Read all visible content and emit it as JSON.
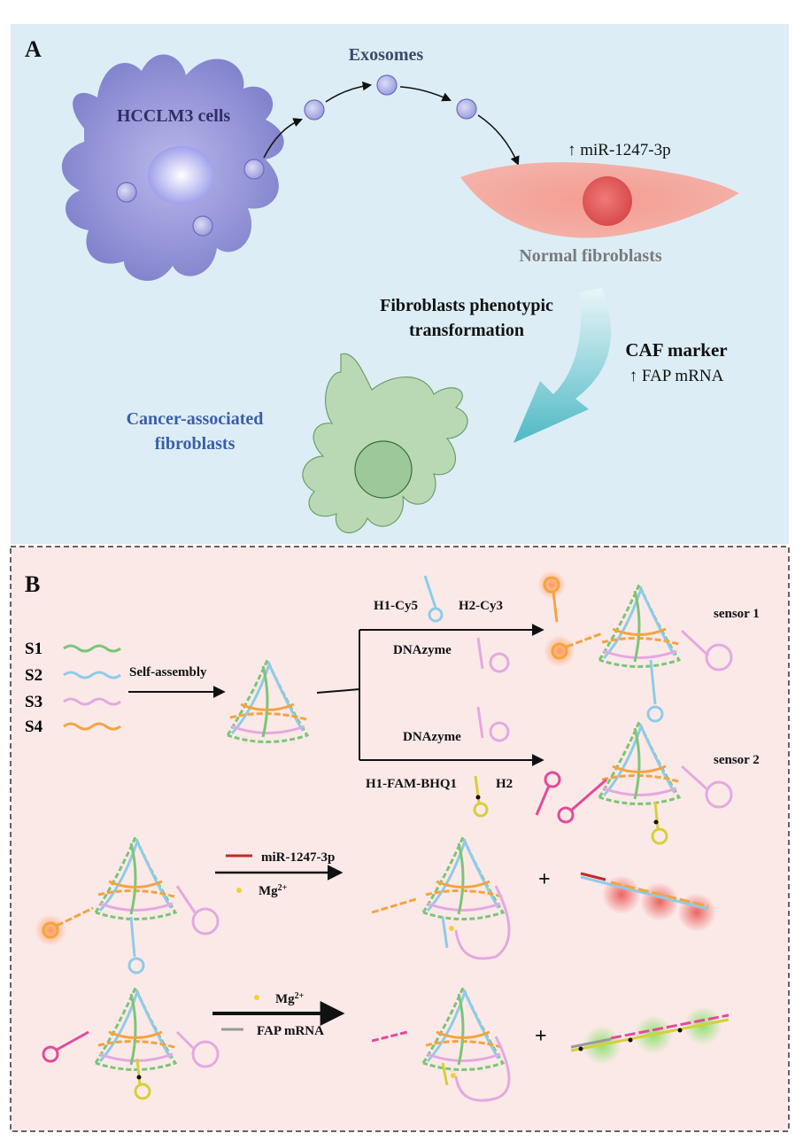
{
  "panel_a": {
    "letter": "A",
    "hcc_label": "HCCLM3 cells",
    "exosomes_label": "Exosomes",
    "mir_label": "↑ miR-1247-3p",
    "normal_label": "Normal fibroblasts",
    "transform_line1": "Fibroblasts phenotypic",
    "transform_line2": "transformation",
    "caf_marker_label": "CAF marker",
    "fap_label": "↑ FAP mRNA",
    "caf_line1": "Cancer-associated",
    "caf_line2": "fibroblasts"
  },
  "panel_b": {
    "letter": "B",
    "strands": [
      "S1",
      "S2",
      "S3",
      "S4"
    ],
    "self_assembly": "Self-assembly",
    "h1_cy5": "H1-Cy5",
    "h2_cy3": "H2-Cy3",
    "dnazyme_1": "DNAzyme",
    "dnazyme_2": "DNAzyme",
    "sensor1": "sensor 1",
    "sensor2": "sensor 2",
    "h1_fam": "H1-FAM-BHQ1",
    "h2": "H2",
    "mir_reagent": "miR-1247-3p",
    "mg_row1_base": "Mg",
    "mg_row1_sup": "2+",
    "mg_row2_base": "Mg",
    "mg_row2_sup": "2+",
    "fap_reagent": "FAP mRNA",
    "plus": "+"
  },
  "colors": {
    "panel_a_bg": "#dcedf5",
    "panel_b_bg": "#fbe9e8",
    "s1": "#7cc576",
    "s2": "#8fcbe8",
    "s3": "#e4a9e0",
    "s4": "#f4a441",
    "hcc_cell": "#8f8fd6",
    "fibroblast": "#f28b82",
    "caf_cell": "#b9d9b4",
    "arrow_teal": "#5fc3cc",
    "h2_pink": "#e24b9a",
    "h1_yellow": "#d6cf3a",
    "label_blue": "#3a5ea8",
    "label_gray": "#7a7a7a"
  }
}
